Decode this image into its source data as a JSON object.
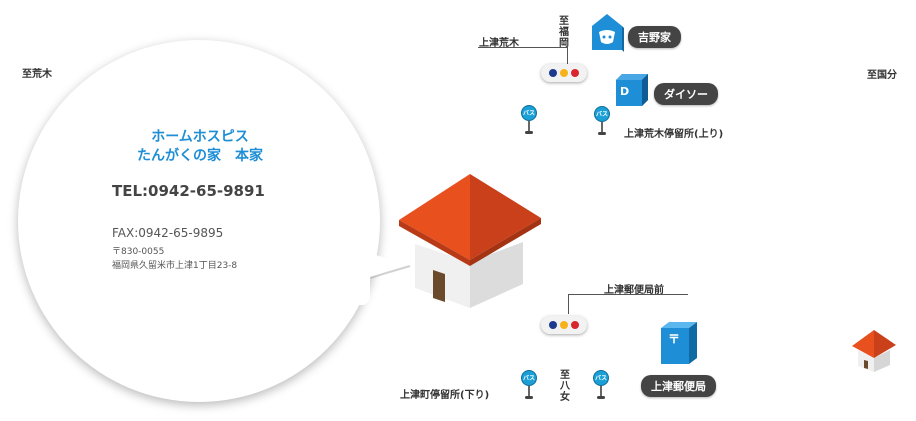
{
  "directions": {
    "west": "至荒木",
    "east": "至国分",
    "north": "至福岡",
    "south": "至八女"
  },
  "intersections": {
    "north_name": "上津荒木",
    "south_name": "上津郵便局前"
  },
  "landmarks": {
    "yoshinoya": "吉野家",
    "daiso": "ダイソー",
    "daiso_icon": "D",
    "post_office": "上津郵便局",
    "post_icon": "〒"
  },
  "bus_stops": {
    "north": "上津荒木停留所(上り)",
    "south": "上津町停留所(下り)",
    "icon_text": "バス"
  },
  "info": {
    "name_line1": "ホームホスピス",
    "name_line2": "たんがくの家　本家",
    "tel": "TEL:0942-65-9891",
    "fax": "FAX:0942-65-9895",
    "postal": "〒830-0055",
    "address": "福岡県久留米市上津1丁目23-8"
  },
  "colors": {
    "accent_blue": "#1e8ed6",
    "roof_orange": "#e8501e",
    "signal_red": "#d7262e",
    "signal_yellow": "#f5b21b",
    "signal_blue": "#1d3a8f",
    "label_dark": "#444444"
  },
  "icons": [
    "house-icon",
    "bus-stop-icon",
    "traffic-signal-icon",
    "yoshinoya-icon",
    "daiso-icon",
    "post-office-icon"
  ]
}
